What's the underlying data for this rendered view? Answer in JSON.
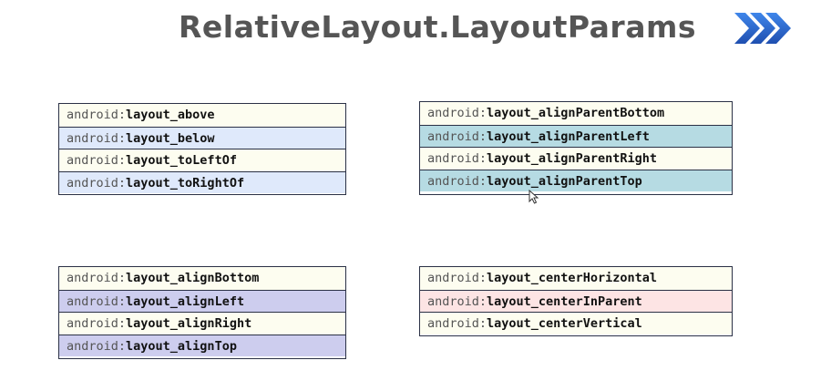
{
  "title": "RelativeLayout.LayoutParams",
  "tables": [
    {
      "id": "sibling-position",
      "rows": [
        {
          "prefix": "android:",
          "name": "layout_above",
          "bg": "#fdfdf0"
        },
        {
          "prefix": "android:",
          "name": "layout_below",
          "bg": "#dfe9fb"
        },
        {
          "prefix": "android:",
          "name": "layout_toLeftOf",
          "bg": "#fdfdf0"
        },
        {
          "prefix": "android:",
          "name": "layout_toRightOf",
          "bg": "#dfe9fb"
        }
      ]
    },
    {
      "id": "parent-align",
      "rows": [
        {
          "prefix": "android:",
          "name": "layout_alignParentBottom",
          "bg": "#fdfdf0"
        },
        {
          "prefix": "android:",
          "name": "layout_alignParentLeft",
          "bg": "#b6dbe3"
        },
        {
          "prefix": "android:",
          "name": "layout_alignParentRight",
          "bg": "#fdfdf0"
        },
        {
          "prefix": "android:",
          "name": "layout_alignParentTop",
          "bg": "#b6dbe3"
        }
      ]
    },
    {
      "id": "sibling-align",
      "rows": [
        {
          "prefix": "android:",
          "name": "layout_alignBottom",
          "bg": "#fdfdf0"
        },
        {
          "prefix": "android:",
          "name": "layout_alignLeft",
          "bg": "#cdcdee"
        },
        {
          "prefix": "android:",
          "name": "layout_alignRight",
          "bg": "#fdfdf0"
        },
        {
          "prefix": "android:",
          "name": "layout_alignTop",
          "bg": "#cdcdee"
        }
      ]
    },
    {
      "id": "center",
      "rows": [
        {
          "prefix": "android:",
          "name": "layout_centerHorizontal",
          "bg": "#fdfdf0"
        },
        {
          "prefix": "android:",
          "name": "layout_centerInParent",
          "bg": "#fde4e4"
        },
        {
          "prefix": "android:",
          "name": "layout_centerVertical",
          "bg": "#fdfdf0"
        }
      ]
    }
  ],
  "colors": {
    "title": "#555555",
    "chevron": "#2f6fd6",
    "border": "#2b3146"
  }
}
